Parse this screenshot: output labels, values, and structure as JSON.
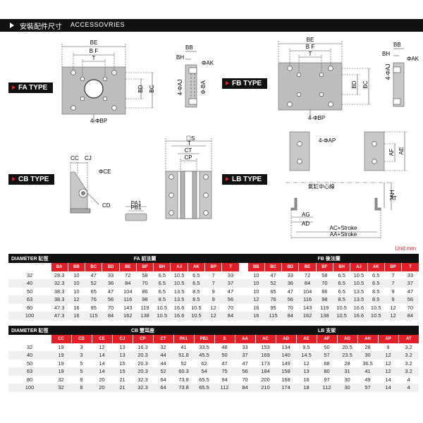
{
  "header": {
    "title_cn": "安裝配件尺寸",
    "title_en": "ACCESSOVRIES"
  },
  "types": {
    "fa": "FA TYPE",
    "fb": "FB TYPE",
    "cb": "CB TYPE",
    "lb": "LB TYPE"
  },
  "labels": {
    "be": "BE",
    "bf": "B F",
    "t": "T",
    "bd": "BD",
    "bc": "BC",
    "bp": "4-ΦBP",
    "bh": "BH",
    "bb": "BB",
    "ak": "ΦAK",
    "aj": "4-ΦAJ",
    "ba": "Φ-BA",
    "cc": "CC",
    "cj": "CJ",
    "ce": "ΦCE",
    "cd": "CD",
    "pa1": "PA1",
    "pb1": "PB1",
    "s": "S",
    "ct": "CT",
    "cp": "CP",
    "ap": "4-ΦAP",
    "af": "AF",
    "ae": "AE",
    "center": "氣缸中心線",
    "ah": "AH",
    "at": "AT",
    "ag": "AG",
    "ad": "AD",
    "ac_stroke": "AC+Stroke",
    "aa_stroke": "AA+Stroke"
  },
  "unit": "Unit:mm",
  "table1": {
    "diameter_label": "DIAMETER 缸徑",
    "fa_title": "FA 前法蘭",
    "fb_title": "FB 後法蘭",
    "fa_codes": [
      "BA",
      "BB",
      "BC",
      "BD",
      "BE",
      "BF",
      "BH",
      "AJ",
      "AK",
      "BP",
      "T"
    ],
    "fb_codes": [
      "BB",
      "BC",
      "BD",
      "BE",
      "BF",
      "BH",
      "AJ",
      "AK",
      "BP",
      "T"
    ],
    "rows": [
      {
        "d": "32",
        "fa": [
          "28.3",
          "10",
          "47",
          "33",
          "72",
          "58",
          "6.5",
          "10.5",
          "6.5",
          "7",
          "33"
        ],
        "fb": [
          "10",
          "47",
          "33",
          "72",
          "58",
          "6.5",
          "10.5",
          "6.5",
          "7",
          "33"
        ]
      },
      {
        "d": "40",
        "fa": [
          "32.3",
          "10",
          "52",
          "36",
          "84",
          "70",
          "6.5",
          "10.5",
          "6.5",
          "7",
          "37"
        ],
        "fb": [
          "10",
          "52",
          "36",
          "84",
          "70",
          "6.5",
          "10.5",
          "6.5",
          "7",
          "37"
        ]
      },
      {
        "d": "50",
        "fa": [
          "38.3",
          "10",
          "65",
          "47",
          "104",
          "86",
          "6.5",
          "13.5",
          "8.5",
          "9",
          "47"
        ],
        "fb": [
          "10",
          "65",
          "47",
          "104",
          "86",
          "6.5",
          "13.5",
          "8.5",
          "9",
          "47"
        ]
      },
      {
        "d": "63",
        "fa": [
          "38.3",
          "12",
          "76",
          "56",
          "116",
          "98",
          "8.5",
          "13.5",
          "8.5",
          "9",
          "56"
        ],
        "fb": [
          "12",
          "76",
          "56",
          "116",
          "98",
          "8.5",
          "13.5",
          "8.5",
          "9",
          "56"
        ]
      },
      {
        "d": "80",
        "fa": [
          "47.3",
          "16",
          "95",
          "70",
          "143",
          "119",
          "10.5",
          "16.6",
          "10.5",
          "12",
          "70"
        ],
        "fb": [
          "16",
          "95",
          "70",
          "143",
          "119",
          "10.5",
          "16.6",
          "10.5",
          "12",
          "70"
        ]
      },
      {
        "d": "100",
        "fa": [
          "47.3",
          "16",
          "115",
          "84",
          "162",
          "138",
          "10.5",
          "16.6",
          "10.5",
          "12",
          "84"
        ],
        "fb": [
          "16",
          "115",
          "84",
          "162",
          "138",
          "10.5",
          "16.6",
          "10.5",
          "12",
          "84"
        ]
      }
    ]
  },
  "table2": {
    "diameter_label": "DIAMETER 缸徑",
    "cb_title": "CB 雙耳座",
    "lb_title": "LB 支架",
    "cb_codes": [
      "CC",
      "CD",
      "CE",
      "CJ",
      "CP",
      "CT",
      "PA1",
      "PB1",
      "S"
    ],
    "lb_codes": [
      "AA",
      "AC",
      "AD",
      "AE",
      "AF",
      "AG",
      "AH",
      "AP",
      "AT"
    ],
    "rows": [
      {
        "d": "32",
        "cb": [
          "19",
          "3",
          "12",
          "13",
          "16.3",
          "32",
          "41",
          "33.5",
          "48"
        ],
        "lb": [
          "33",
          "153",
          "134",
          "9.5",
          "50",
          "20.5",
          "28",
          "9",
          "3.2"
        ]
      },
      {
        "d": "40",
        "cb": [
          "19",
          "3",
          "14",
          "13",
          "20.3",
          "44",
          "51.8",
          "45.5",
          "50"
        ],
        "lb": [
          "37",
          "169",
          "140",
          "14.5",
          "57",
          "23.5",
          "30",
          "12",
          "3.2"
        ]
      },
      {
        "d": "50",
        "cb": [
          "19",
          "5",
          "14",
          "15",
          "20.3",
          "44",
          "52",
          "62",
          "47"
        ],
        "lb": [
          "47",
          "173",
          "149",
          "12",
          "68",
          "28",
          "36.5",
          "12",
          "3.2"
        ]
      },
      {
        "d": "63",
        "cb": [
          "19",
          "5",
          "14",
          "15",
          "20.3",
          "52",
          "60.3",
          "54",
          "75"
        ],
        "lb": [
          "56",
          "184",
          "158",
          "13",
          "80",
          "31",
          "41",
          "12",
          "3.2"
        ]
      },
      {
        "d": "80",
        "cb": [
          "32",
          "8",
          "20",
          "21",
          "32.3",
          "64",
          "73.8",
          "65.5",
          "94"
        ],
        "lb": [
          "70",
          "200",
          "168",
          "16",
          "97",
          "30",
          "49",
          "14",
          "4"
        ]
      },
      {
        "d": "100",
        "cb": [
          "32",
          "8",
          "20",
          "21",
          "32.3",
          "64",
          "73.8",
          "65.5",
          "112"
        ],
        "lb": [
          "84",
          "210",
          "174",
          "18",
          "112",
          "30",
          "57",
          "14",
          "4"
        ]
      }
    ]
  }
}
